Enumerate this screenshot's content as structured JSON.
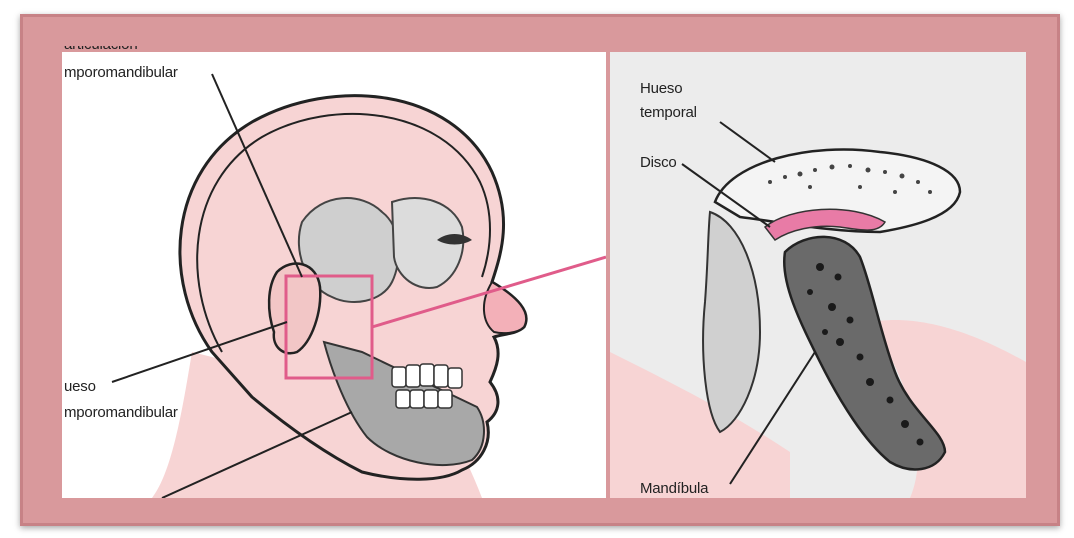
{
  "labels": {
    "tmj_top_cut": "articulación",
    "tmj_top": "mporomandibular",
    "bone_left_line1": "ueso",
    "bone_left_line2": "mporomandibular",
    "temporal_line1": "Hueso",
    "temporal_line2": "temporal",
    "disc": "Disco",
    "mandible": "Mandíbula"
  },
  "colors": {
    "frame": "#d9999c",
    "pink_skin": "#f7d4d4",
    "highlight": "#e05c8a",
    "bone_gray": "#bfbfbf",
    "dark_bone": "#7a7a7a"
  }
}
